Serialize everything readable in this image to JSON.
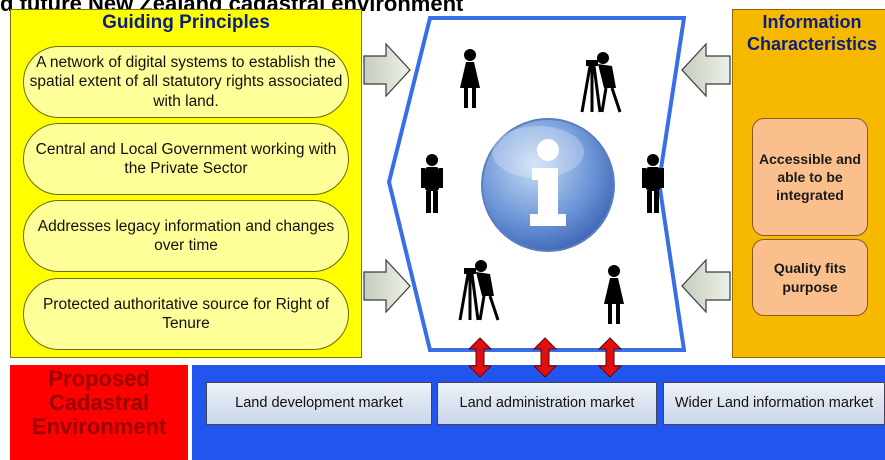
{
  "title": "d future New Zealand cadastral environment",
  "guiding": {
    "title": "Guiding Principles",
    "items": [
      "A network of digital systems to establish the spatial extent of all statutory rights associated with land.",
      "Central and Local Government working with the Private Sector",
      "Addresses legacy information and changes over time",
      "Protected authoritative source for Right of Tenure"
    ]
  },
  "info": {
    "title_line1": "Information",
    "title_line2": "Characteristics",
    "boxes": [
      "Accessible and able to be integrated",
      "Quality fits purpose"
    ]
  },
  "proposed": {
    "line1": "Proposed",
    "line2": "Cadastral",
    "line3": "Environment"
  },
  "markets": [
    "Land development market",
    "Land administration market",
    "Wider  Land information market"
  ],
  "icons": {
    "center": "information-icon",
    "figures": [
      "woman-icon",
      "surveyor-icon",
      "man-icon",
      "man-icon",
      "surveyor-icon",
      "woman-icon"
    ]
  },
  "colors": {
    "guiding_panel": "#ffff00",
    "pill": "#ffff99",
    "info_panel": "#f7b900",
    "info_box": "#fbbf8d",
    "proposed": "#ff0000",
    "market_bar": "#2255ee",
    "hexagon_border": "#3a6ee8",
    "arrow_red": "#e01010"
  }
}
